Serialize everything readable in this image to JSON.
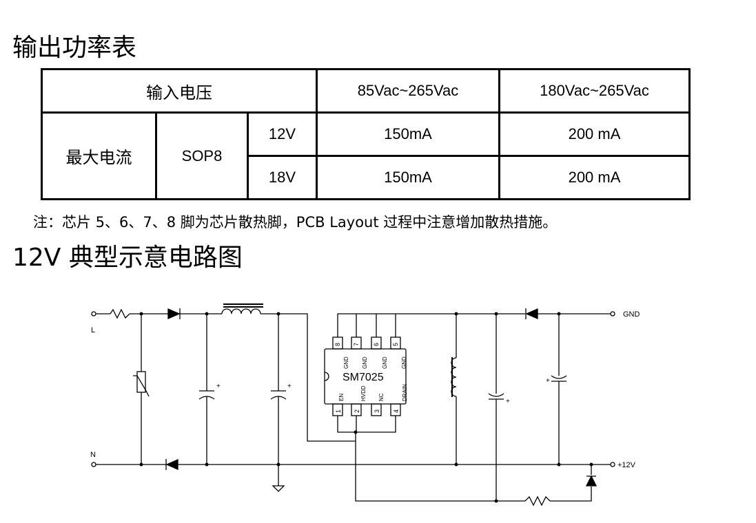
{
  "title1": "输出功率表",
  "table": {
    "header": {
      "label": "输入电压",
      "col1": "85Vac~265Vac",
      "col2": "180Vac~265Vac"
    },
    "row_group_label": "最大电流",
    "package": "SOP8",
    "rows": [
      {
        "voltage": "12V",
        "col1": "150mA",
        "col2": "200 mA"
      },
      {
        "voltage": "18V",
        "col1": "150mA",
        "col2": "200 mA"
      }
    ]
  },
  "note": "注：芯片 5、6、7、8 脚为芯片散热脚，PCB Layout 过程中注意增加散热措施。",
  "title2": "12V 典型示意电路图",
  "schematic": {
    "ic_name": "SM7025",
    "top_pins": [
      {
        "num": "8",
        "label": "GND"
      },
      {
        "num": "7",
        "label": "GND"
      },
      {
        "num": "6",
        "label": "GND"
      },
      {
        "num": "5",
        "label": "GND"
      }
    ],
    "bottom_pins": [
      {
        "num": "1",
        "label": "EN"
      },
      {
        "num": "2",
        "label": "HVDD"
      },
      {
        "num": "3",
        "label": "NC"
      },
      {
        "num": "4",
        "label": "DRAIN"
      }
    ],
    "terminal_L": "L",
    "terminal_N": "N",
    "out_gnd": "GND",
    "out_12v": "+12V",
    "plus": "+"
  }
}
